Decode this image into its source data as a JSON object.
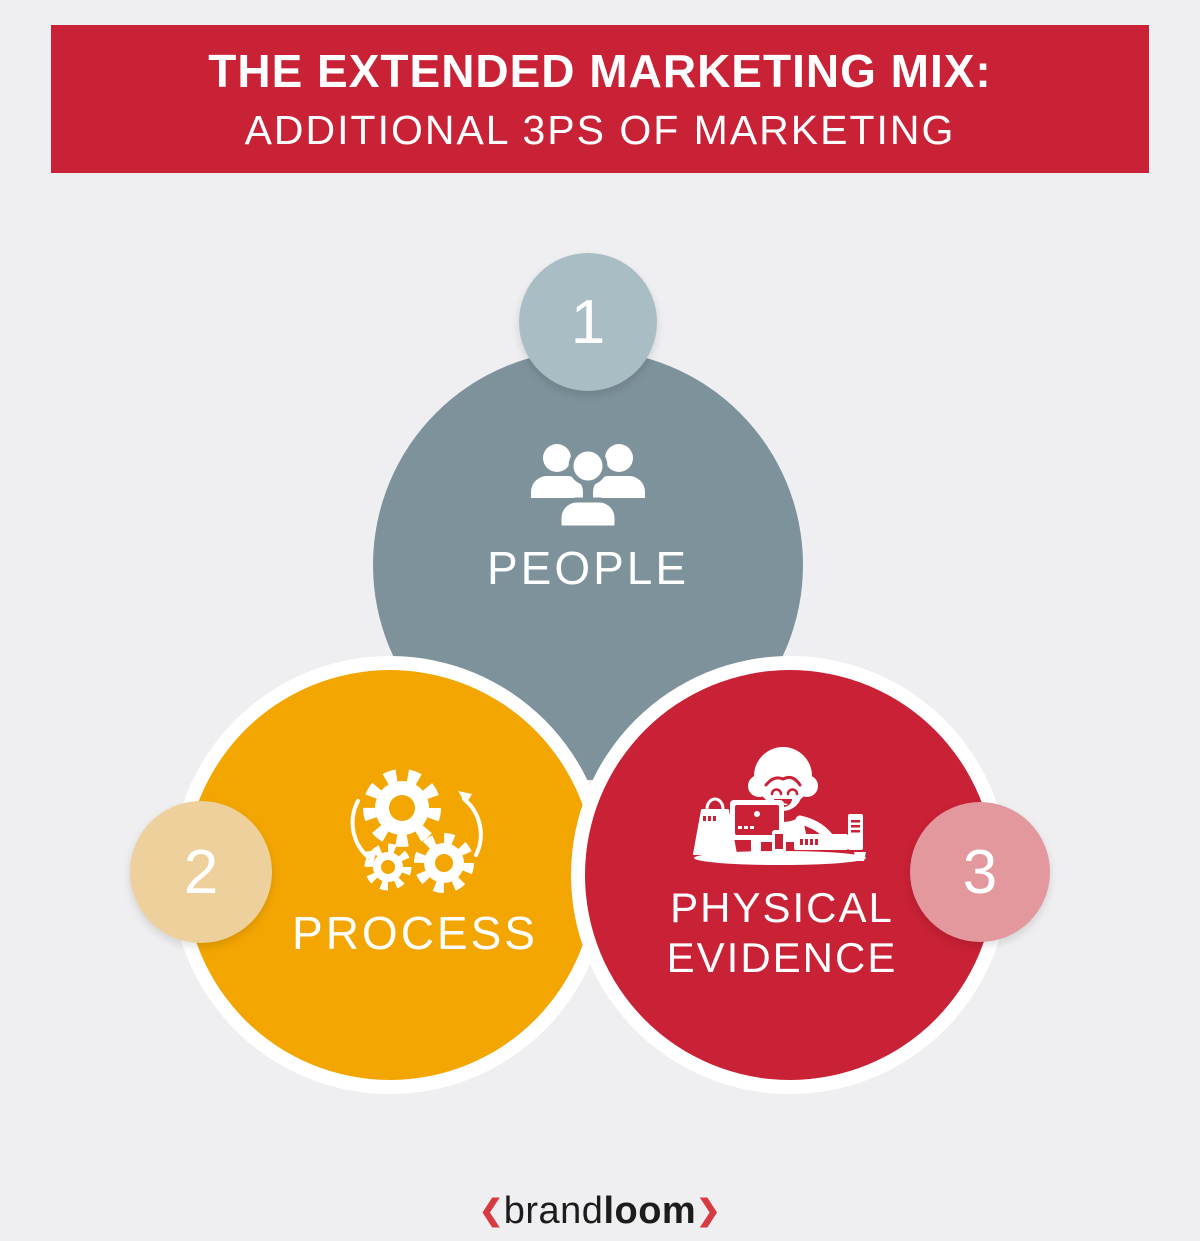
{
  "header": {
    "title": "THE EXTENDED MARKETING MIX:",
    "subtitle": "ADDITIONAL 3PS OF MARKETING",
    "bg_color": "#c92136",
    "text_color": "#ffffff"
  },
  "background_color": "#efeff1",
  "items": [
    {
      "number": "1",
      "label": "PEOPLE",
      "icon": "people-group-icon",
      "circle_color": "#7e929c",
      "badge_color": "#a9bdc5"
    },
    {
      "number": "2",
      "label": "PROCESS",
      "icon": "gears-cycle-icon",
      "circle_color": "#f3a602",
      "badge_color": "#edd09b"
    },
    {
      "number": "3",
      "label_line1": "PHYSICAL",
      "label_line2": "EVIDENCE",
      "icon": "person-at-counter-icon",
      "circle_color": "#c92136",
      "badge_color": "#e2989c"
    }
  ],
  "footer": {
    "bracket_left": "❮",
    "brand": "brand",
    "loom": "loom",
    "bracket_right": "❯",
    "bracket_color": "#d83a42"
  }
}
